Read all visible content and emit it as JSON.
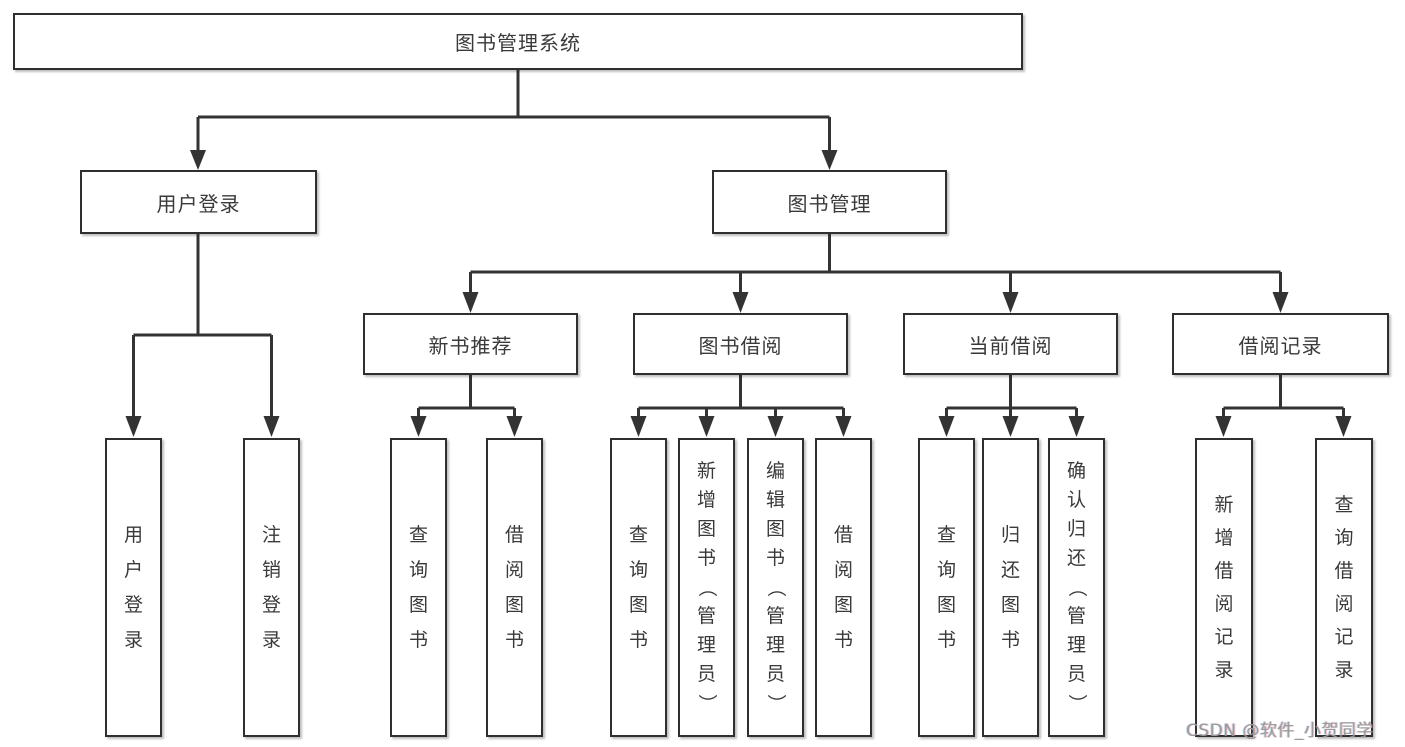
{
  "nodes": {
    "root": "图书管理系统",
    "level2": [
      "用户登录",
      "图书管理"
    ],
    "level3": [
      "新书推荐",
      "图书借阅",
      "当前借阅",
      "借阅记录"
    ],
    "leaves": [
      "用户登录",
      "注销登录",
      "查询图书",
      "借阅图书",
      "查询图书",
      "新增图书（管理员）",
      "编辑图书（管理员）",
      "借阅图书",
      "查询图书",
      "归还图书",
      "确认归还（管理员）",
      "新增借阅记录",
      "查询借阅记录"
    ]
  },
  "watermark": "CSDN @软件_小贺同学",
  "colors": {
    "line": "#333333",
    "box_border": "#2f2f2f",
    "text": "#3a3a3a",
    "watermark": "#9b9b9b",
    "background": "#ffffff"
  }
}
